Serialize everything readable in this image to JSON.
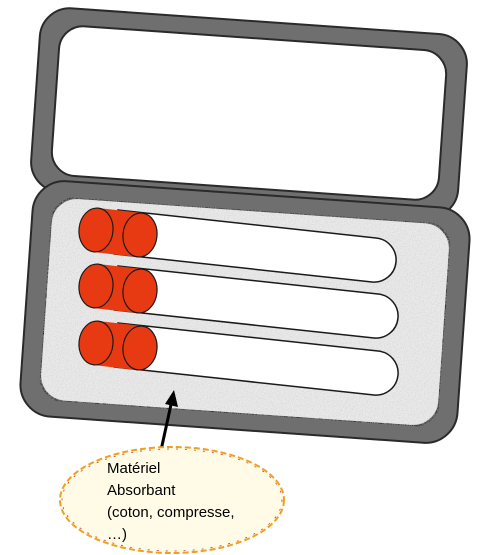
{
  "annotation": {
    "lines": [
      "Matériel",
      "Absorbant",
      "(coton, compresse,",
      "…)"
    ]
  },
  "colors": {
    "case_frame": "#6f6f6f",
    "case_outline": "#2a2a2a",
    "absorbent": "#ebebeb",
    "tube_cap": "#e83a12",
    "tube_body": "#ffffff",
    "callout_fill": "#fffbe6",
    "callout_border": "#f0a020"
  },
  "tubes": {
    "count": 3
  }
}
